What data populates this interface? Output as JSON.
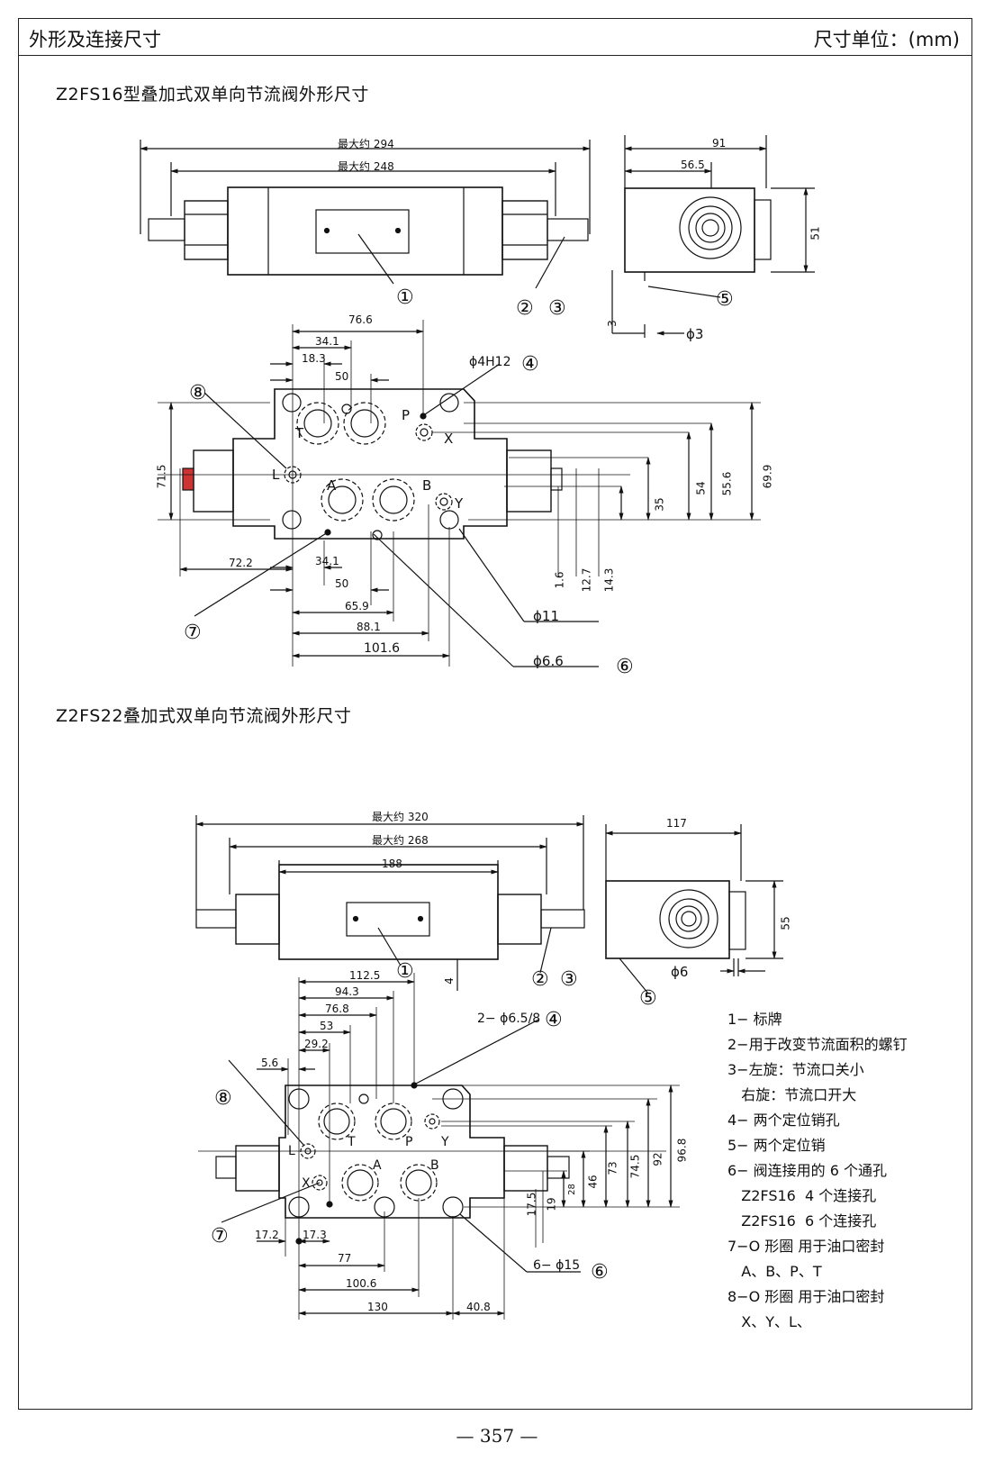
{
  "header": {
    "title": "外形及连接尺寸",
    "unit": "尺寸单位：(mm)"
  },
  "section1": {
    "title": "Z2FS16型叠加式双单向节流阀外形尺寸",
    "dims": {
      "max294": "最大约 294",
      "max248": "最大约 248",
      "d91": "91",
      "d56_5": "56.5",
      "d51": "51",
      "d3": "3",
      "phi3": "ϕ3",
      "d76_6": "76.6",
      "d34_1": "34.1",
      "d18_3": "18.3",
      "d50": "50",
      "phi4h12": "ϕ4H12",
      "d71_5": "71.5",
      "d69_9": "69.9",
      "d55_6": "55.6",
      "d54": "54",
      "d35": "35",
      "d1_6": "1.6",
      "d12_7": "12.7",
      "d14_3": "14.3",
      "d72_2": "72.2",
      "d34_1b": "34.1",
      "d50b": "50",
      "d65_9": "65.9",
      "d88_1": "88.1",
      "d101_6": "101.6",
      "phi11": "ϕ11",
      "phi6_6": "ϕ6.6"
    },
    "ports": {
      "T": "T",
      "P": "P",
      "X": "X",
      "L": "L",
      "A": "A",
      "B": "B",
      "Y": "Y"
    },
    "callouts": {
      "c1": "①",
      "c2": "②",
      "c3": "③",
      "c4": "④",
      "c5": "⑤",
      "c6": "⑥",
      "c7": "⑦",
      "c8": "⑧"
    }
  },
  "section2": {
    "title": "Z2FS22叠加式双单向节流阀外形尺寸",
    "dims": {
      "max320": "最大约 320",
      "max268": "最大约 268",
      "d188": "188",
      "d117": "117",
      "d55": "55",
      "phi6": "ϕ6",
      "d4": "4",
      "d112_5": "112.5",
      "d94_3": "94.3",
      "d76_8": "76.8",
      "d53": "53",
      "d29_2": "29.2",
      "d5_6": "5.6",
      "phi65": "2− ϕ6.5/8",
      "d96_8": "96.8",
      "d92": "92",
      "d74_5": "74.5",
      "d73": "73",
      "d46": "46",
      "d28": "28",
      "d19": "19",
      "d17_5": "17.5",
      "d17_2": "17.2",
      "d17_3": "17.3",
      "d77": "77",
      "d100_6": "100.6",
      "d130": "130",
      "d40_8": "40.8",
      "phi15": "6− ϕ15"
    },
    "ports": {
      "T": "T",
      "P": "P",
      "Y": "Y",
      "L": "L",
      "A": "A",
      "B": "B",
      "X": "X"
    },
    "callouts": {
      "c1": "①",
      "c2": "②",
      "c3": "③",
      "c4": "④",
      "c5": "⑤",
      "c6": "⑥",
      "c7": "⑦",
      "c8": "⑧"
    }
  },
  "legend": [
    "1− 标牌",
    "2−用于改变节流面积的螺钉",
    "3−左旋：节流口关小",
    "   右旋：节流口开大",
    "4− 两个定位销孔",
    "5− 两个定位销",
    "6− 阀连接用的 6 个通孔",
    "   Z2FS16  4 个连接孔",
    "   Z2FS16  6 个连接孔",
    "7−O 形圈  用于油口密封",
    "   A、B、P、T",
    "8−O 形圈  用于油口密封",
    "   X、Y、L、"
  ],
  "footer": {
    "page": "— 357 —"
  }
}
